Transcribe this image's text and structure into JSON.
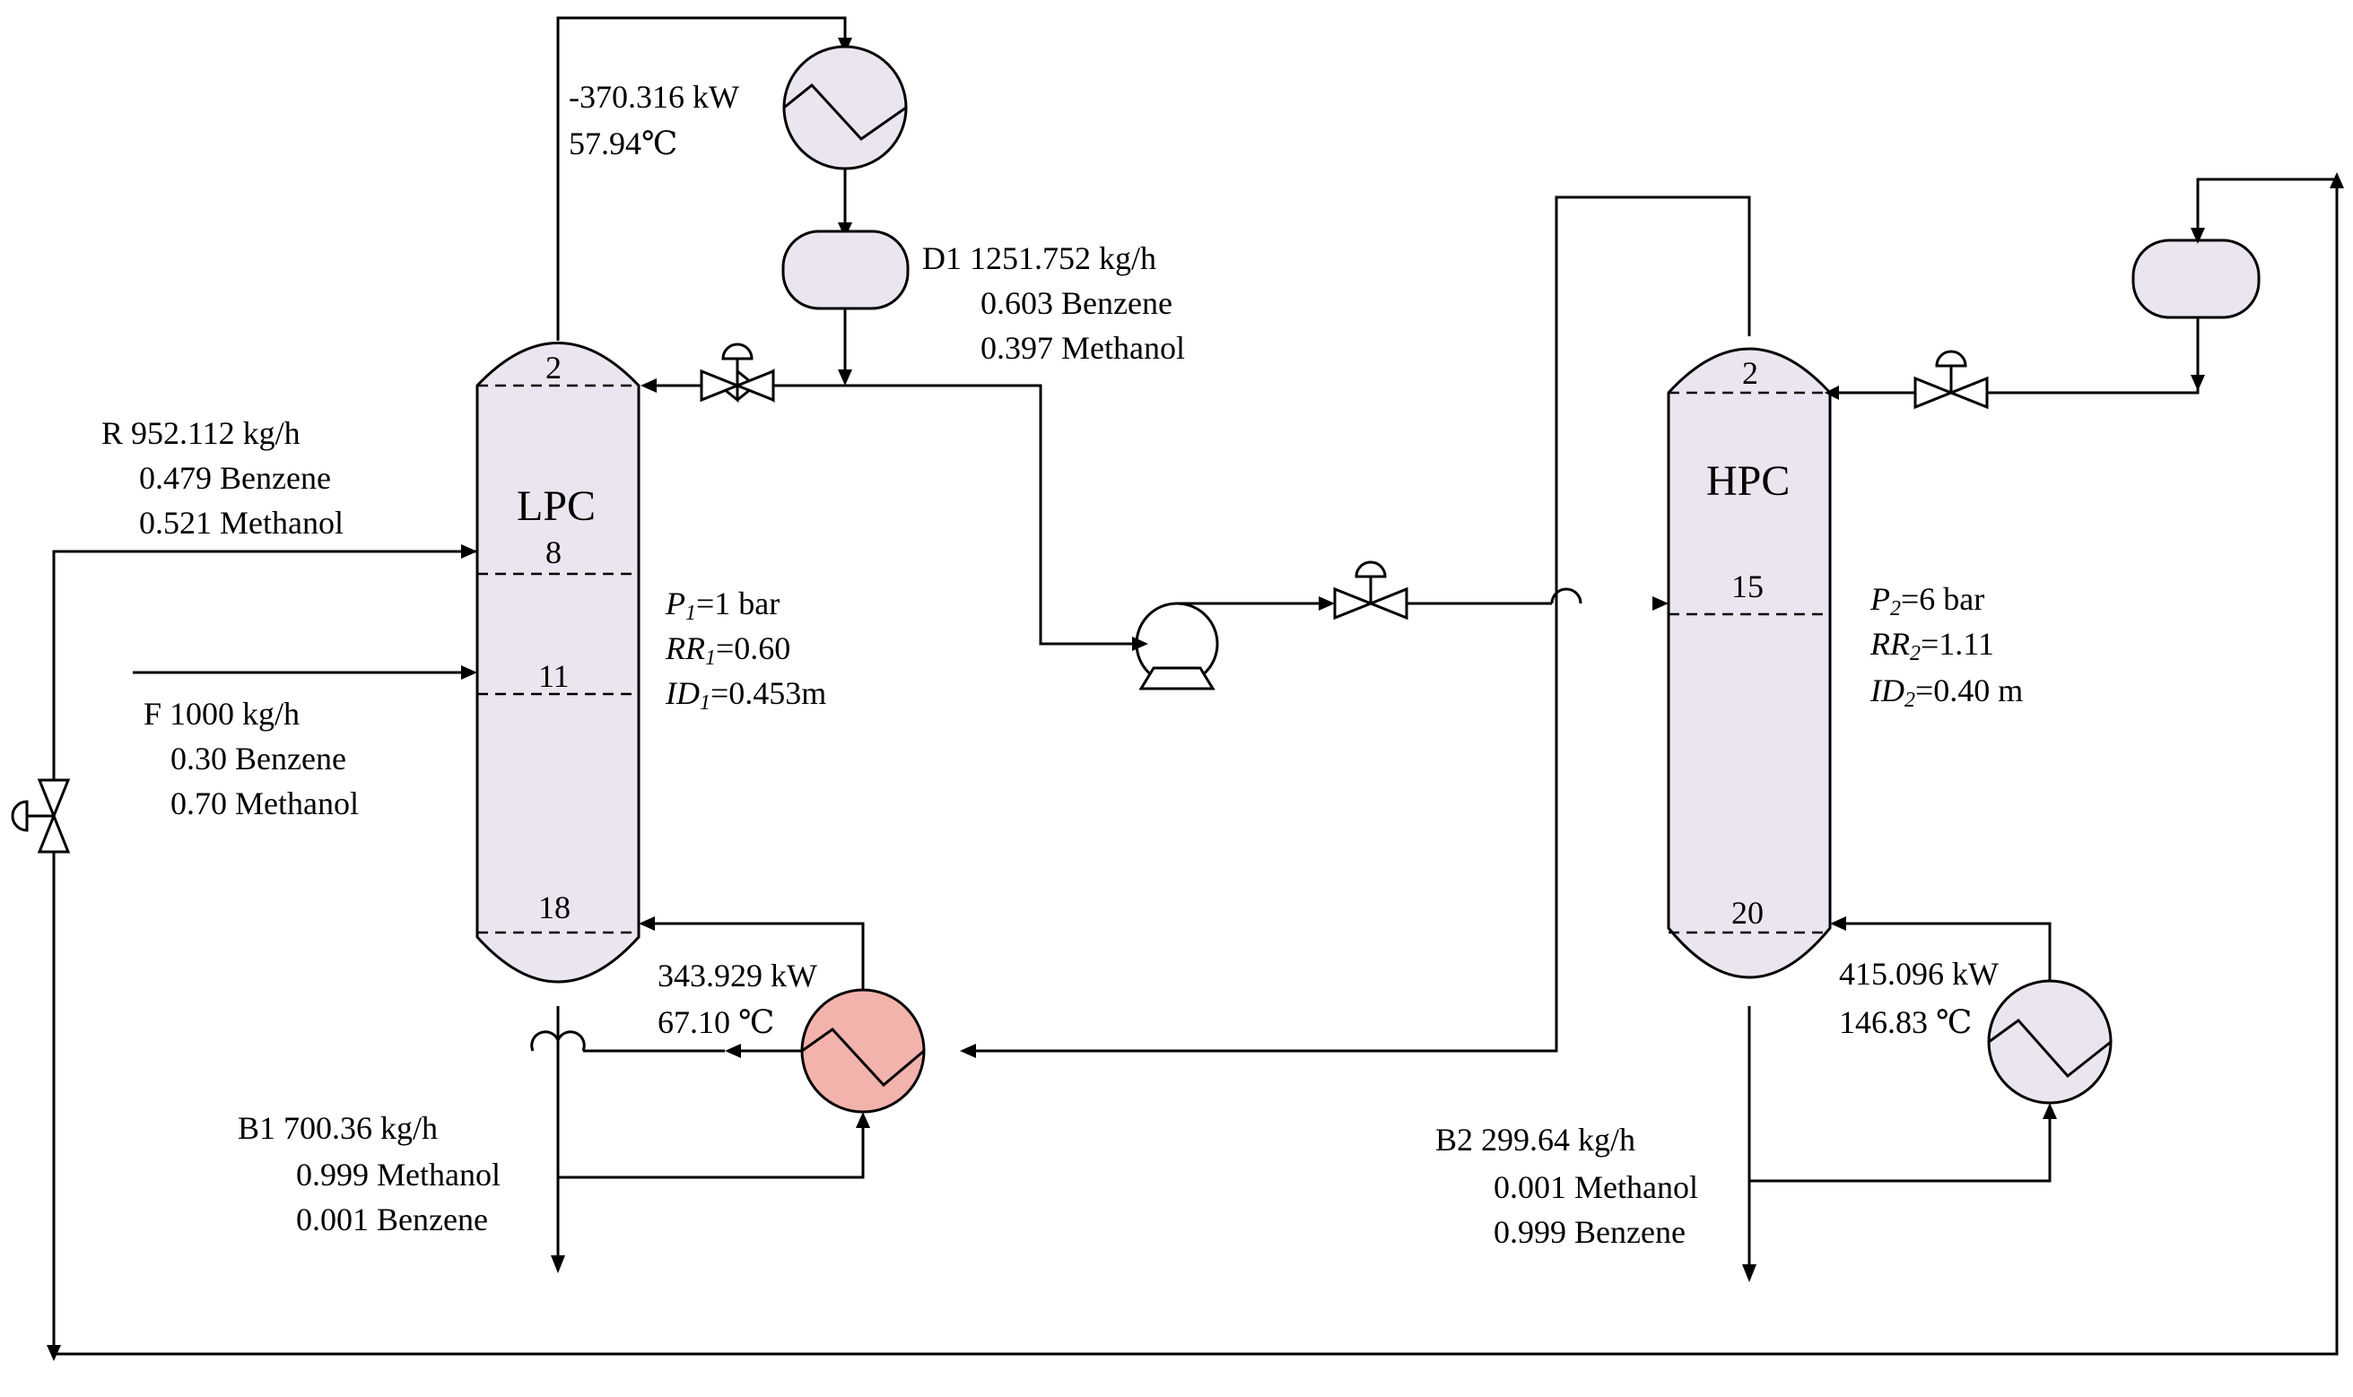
{
  "lpc": {
    "name": "LPC",
    "trays": [
      "2",
      "8",
      "11",
      "18"
    ],
    "params": {
      "p_sym": "P",
      "p_sub": "1",
      "p_val": "=1 bar",
      "rr_sym": "RR",
      "rr_sub": "1",
      "rr_val": "=0.60",
      "id_sym": "ID",
      "id_sub": "1",
      "id_val": "=0.453m"
    },
    "condenser": {
      "duty": "-370.316 kW",
      "temp": "57.94℃"
    },
    "reboiler": {
      "duty": "343.929 kW",
      "temp": "67.10 ℃"
    }
  },
  "hpc": {
    "name": "HPC",
    "trays": [
      "2",
      "15",
      "20"
    ],
    "params": {
      "p_sym": "P",
      "p_sub": "2",
      "p_val": "=6 bar",
      "rr_sym": "RR",
      "rr_sub": "2",
      "rr_val": "=1.11",
      "id_sym": "ID",
      "id_sub": "2",
      "id_val": "=0.40 m"
    },
    "reboiler": {
      "duty": "415.096 kW",
      "temp": "146.83 ℃"
    }
  },
  "streams": {
    "d1": {
      "flow": "D1 1251.752 kg/h",
      "line1": "0.603 Benzene",
      "line2": "0.397 Methanol"
    },
    "r": {
      "flow": "R 952.112 kg/h",
      "line1": "0.479 Benzene",
      "line2": "0.521 Methanol"
    },
    "f": {
      "flow": "F 1000 kg/h",
      "line1": "0.30 Benzene",
      "line2": "0.70 Methanol"
    },
    "b1": {
      "flow": "B1 700.36 kg/h",
      "line1": "0.999 Methanol",
      "line2": "0.001 Benzene"
    },
    "b2": {
      "flow": "B2 299.64 kg/h",
      "line1": "0.001 Methanol",
      "line2": "0.999 Benzene"
    }
  },
  "colors": {
    "vessel_fill": "#ebe5ef",
    "hot_exchanger_fill": "#f3b3ad",
    "line": "#000000"
  }
}
